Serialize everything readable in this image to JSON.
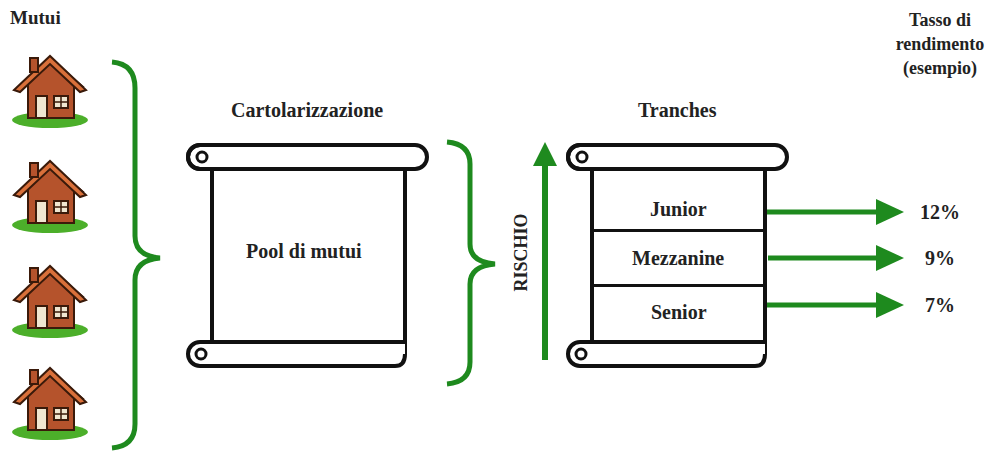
{
  "diagram": {
    "nodes": [
      {
        "text": [
          "Cartolarizzazione",
          "Pool di mutui"
        ]
      },
      {
        "text": [
          "Tranches"
        ]
      },
      {
        "text": [
          "Junior"
        ],
        "in": 1
      },
      {
        "text": [
          "Mezzanine"
        ],
        "in": 1
      },
      {
        "text": [
          "Senior"
        ],
        "in": 1
      }
    ],
    "labels": [
      "Mutui",
      "RISCHIO",
      "Tasso di rendimento (esempio)",
      "12%",
      "9%",
      "7%"
    ]
  }
}
